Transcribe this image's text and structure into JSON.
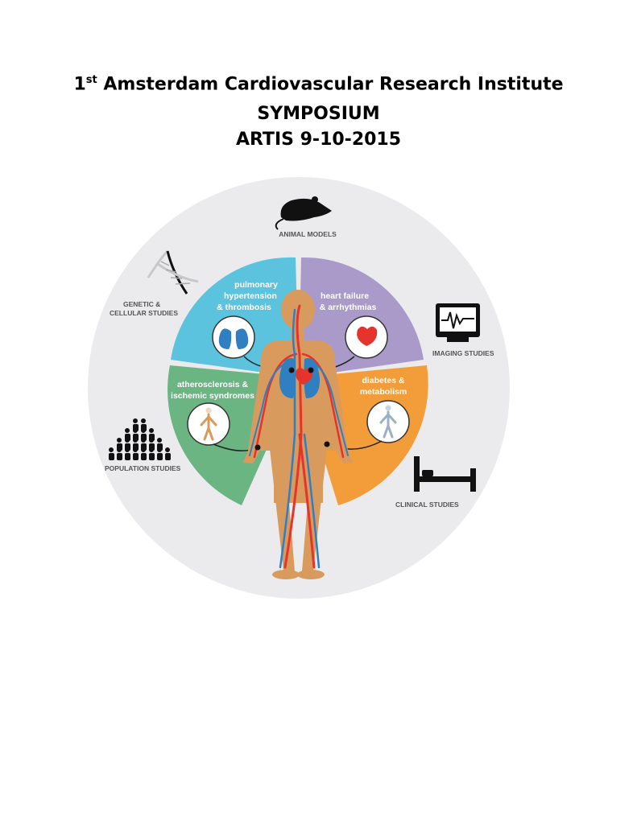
{
  "title": {
    "line1_prefix": "1",
    "line1_sup": "st",
    "line1_rest": " Amsterdam Cardiovascular Research Institute",
    "line2": "SYMPOSIUM",
    "line3": "ARTIS 9-10-2015"
  },
  "outer_labels": {
    "animal": "ANIMAL MODELS",
    "genetic_1": "GENETIC &",
    "genetic_2": "CELLULAR STUDIES",
    "imaging": "IMAGING STUDIES",
    "population": "POPULATION STUDIES",
    "clinical": "CLINICAL STUDIES"
  },
  "segments": {
    "pulmonary_1": "pulmonary",
    "pulmonary_2": "hypertension",
    "pulmonary_3": "& thrombosis",
    "heart_1": "heart failure",
    "heart_2": "& arrhythmias",
    "athero_1": "atherosclerosis &",
    "athero_2": "ischemic syndromes",
    "diabetes_1": "diabetes &",
    "diabetes_2": "metabolism"
  },
  "icons": [
    "rat-icon",
    "dna-icon",
    "monitor-icon",
    "people-icon",
    "bed-icon",
    "lungs-icon",
    "heart-icon",
    "body-icon"
  ],
  "colors": {
    "outer_circle": "#ebebed",
    "pulmonary": "#5bc3dd",
    "heart_failure": "#a99ac9",
    "atherosclerosis": "#6bb583",
    "diabetes": "#f29d3a",
    "skin": "#d99a5e",
    "artery": "#e5342b",
    "vein": "#2f7fc1"
  }
}
